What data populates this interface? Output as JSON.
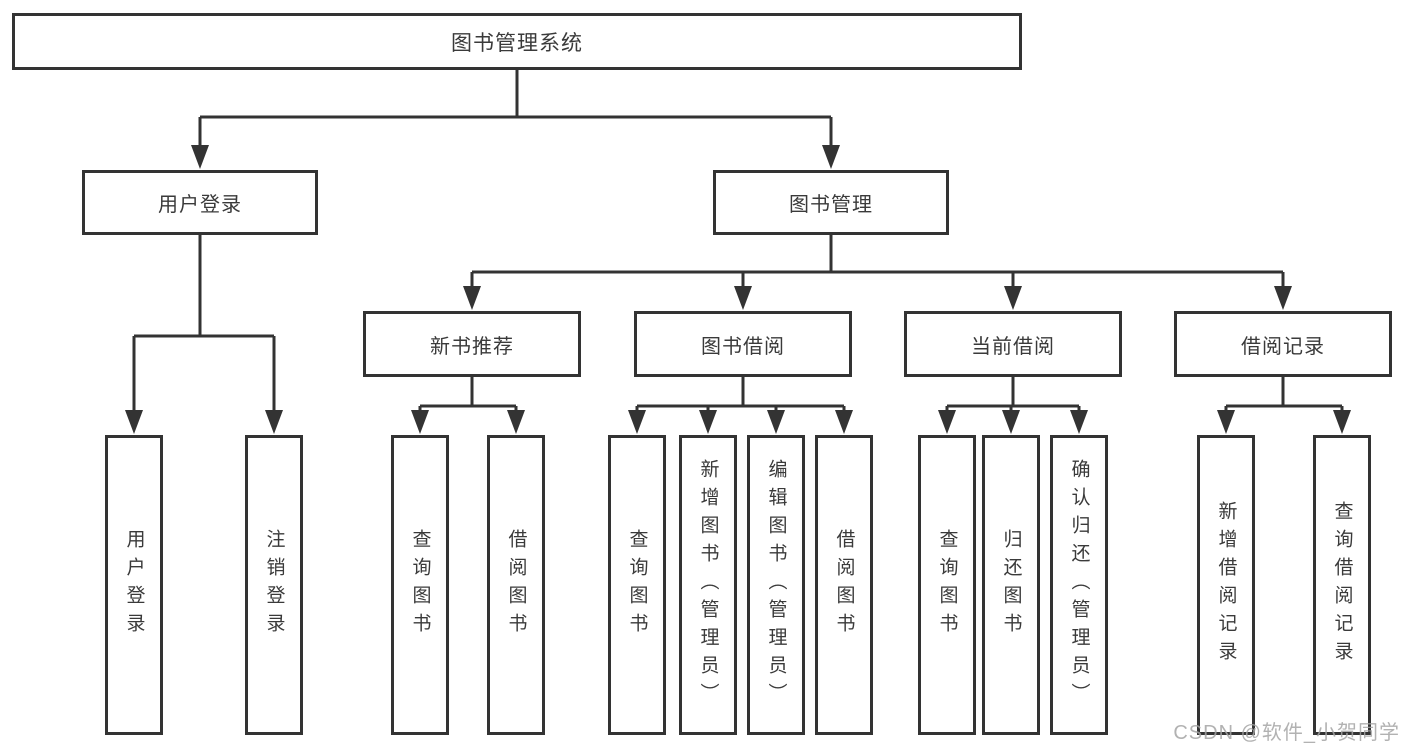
{
  "diagram": {
    "title": "图书管理系统",
    "branches": [
      {
        "label": "用户登录",
        "leaves": [
          {
            "label": "用户登录"
          },
          {
            "label": "注销登录"
          }
        ]
      },
      {
        "label": "图书管理",
        "groups": [
          {
            "label": "新书推荐",
            "leaves": [
              {
                "label": "查询图书"
              },
              {
                "label": "借阅图书"
              }
            ]
          },
          {
            "label": "图书借阅",
            "leaves": [
              {
                "label": "查询图书"
              },
              {
                "label": "新增图书（管理员）"
              },
              {
                "label": "编辑图书（管理员）"
              },
              {
                "label": "借阅图书"
              }
            ]
          },
          {
            "label": "当前借阅",
            "leaves": [
              {
                "label": "查询图书"
              },
              {
                "label": "归还图书"
              },
              {
                "label": "确认归还（管理员）"
              }
            ]
          },
          {
            "label": "借阅记录",
            "leaves": [
              {
                "label": "新增借阅记录"
              },
              {
                "label": "查询借阅记录"
              }
            ]
          }
        ]
      }
    ]
  },
  "watermark": {
    "text": "CSDN @软件_小贺同学"
  },
  "colors": {
    "line": "#333333",
    "box_border": "#333333",
    "box_background": "#ffffff",
    "text": "#3a3a3a",
    "watermark": "#a4a4a4",
    "page_background": "#ffffff"
  }
}
